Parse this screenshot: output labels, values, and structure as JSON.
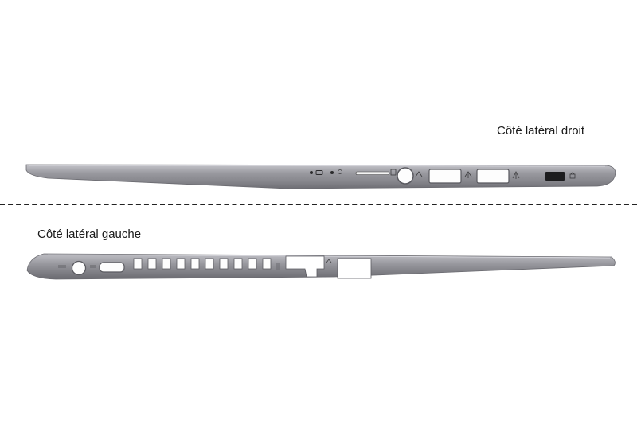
{
  "labels": {
    "right_side": "Côté latéral droit",
    "left_side": "Côté latéral gauche"
  },
  "icons": {
    "right_side": [
      "led-indicator-icon",
      "battery-icon",
      "power-light-icon",
      "sd-card-icon",
      "audio-jack-icon",
      "usb-port-icon",
      "kensington-lock-icon"
    ],
    "left_side": [
      "dc-in-icon",
      "hdmi-port-icon",
      "vent-grille",
      "port-cutout"
    ]
  },
  "colors": {
    "chassis": "#8e8e95",
    "chassis_light": "#b4b4ba",
    "chassis_dark": "#6c6c72",
    "port": "#ffffff",
    "lock_slot": "#1c1c1e"
  }
}
